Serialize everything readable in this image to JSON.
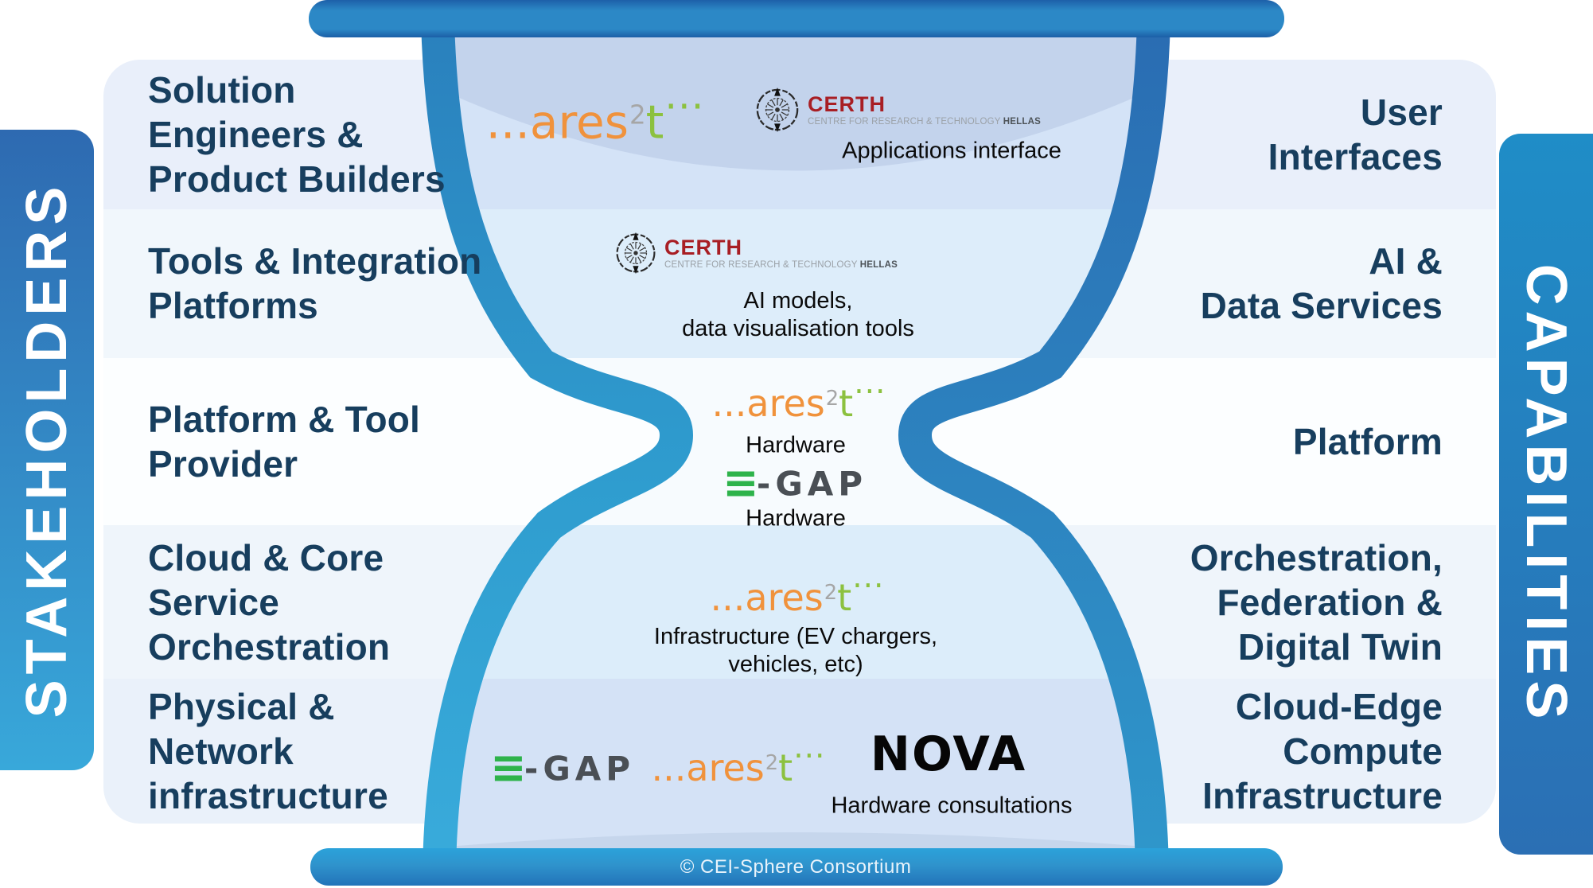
{
  "banners": {
    "left": "STAKEHOLDERS",
    "right": "CAPABILITIES"
  },
  "stakeholder_rows": [
    {
      "label": "Solution\nEngineers &\nProduct Builders"
    },
    {
      "label": "Tools & Integration\nPlatforms"
    },
    {
      "label": "Platform & Tool\nProvider"
    },
    {
      "label": "Cloud & Core\nService\nOrchestration"
    },
    {
      "label": "Physical &\nNetwork\ninfrastructure"
    }
  ],
  "capability_rows": [
    {
      "label": "User\nInterfaces"
    },
    {
      "label": "AI &\nData Services"
    },
    {
      "label": "Platform"
    },
    {
      "label": "Orchestration,\nFederation &\nDigital Twin"
    },
    {
      "label": "Cloud-Edge\nCompute\nInfrastructure"
    }
  ],
  "glass_rows": {
    "row1": {
      "caption": "Applications interface"
    },
    "row2": {
      "caption": "AI models,\ndata visualisation tools"
    },
    "row3": {
      "caption_top": "Hardware",
      "caption_bottom": "Hardware"
    },
    "row4": {
      "caption": "Infrastructure (EV chargers,\nvehicles, etc)"
    },
    "row5": {
      "caption": "Hardware consultations"
    }
  },
  "logos": {
    "ares2t": {
      "lead": "...ares",
      "sup": "2",
      "tail": "t",
      "dots": "···"
    },
    "certh": {
      "name": "CERTH",
      "subtitle": "CENTRE FOR RESEARCH & TECHNOLOGY",
      "subtitle_suffix": "HELLAS"
    },
    "egap": {
      "e": "E",
      "rest": "-GAP"
    },
    "nova": {
      "name": "NOVA"
    }
  },
  "footer": {
    "copyright": "© CEI-Sphere Consortium"
  },
  "colors": {
    "navy_text": "#173e5e",
    "wall_teal": "#2f9dcf",
    "wall_blue": "#2a6cb2",
    "ares_orange": "#f0923c",
    "ares_green": "#8cc13f",
    "egap_green": "#2eb34b",
    "certh_red": "#a81e24"
  }
}
